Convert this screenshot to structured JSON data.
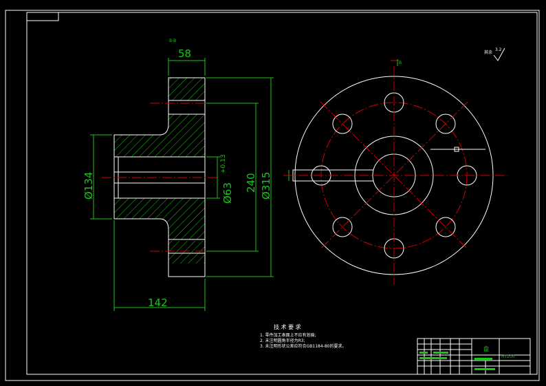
{
  "section_label": "B-B",
  "view_label": "B",
  "dimensions": {
    "hub_width": "58",
    "total_length": "142",
    "bore_dia": "Ø134",
    "shaft_dia": "Ø63",
    "shaft_tol": "+0.13",
    "bolt_circle": "240",
    "outer_dia": "Ø315"
  },
  "roughness_note": "其余",
  "roughness_value": "3.2",
  "tech_req": {
    "title": "技 术 要 求",
    "items": [
      "1.  零件加工表面上不应有划痕;",
      "2.  未注明圆角半径为R3;",
      "3.  未注明形状公差应符合GB1184-80的要求。"
    ]
  },
  "title_block": {
    "part_name": "盘",
    "material": "HT200"
  }
}
